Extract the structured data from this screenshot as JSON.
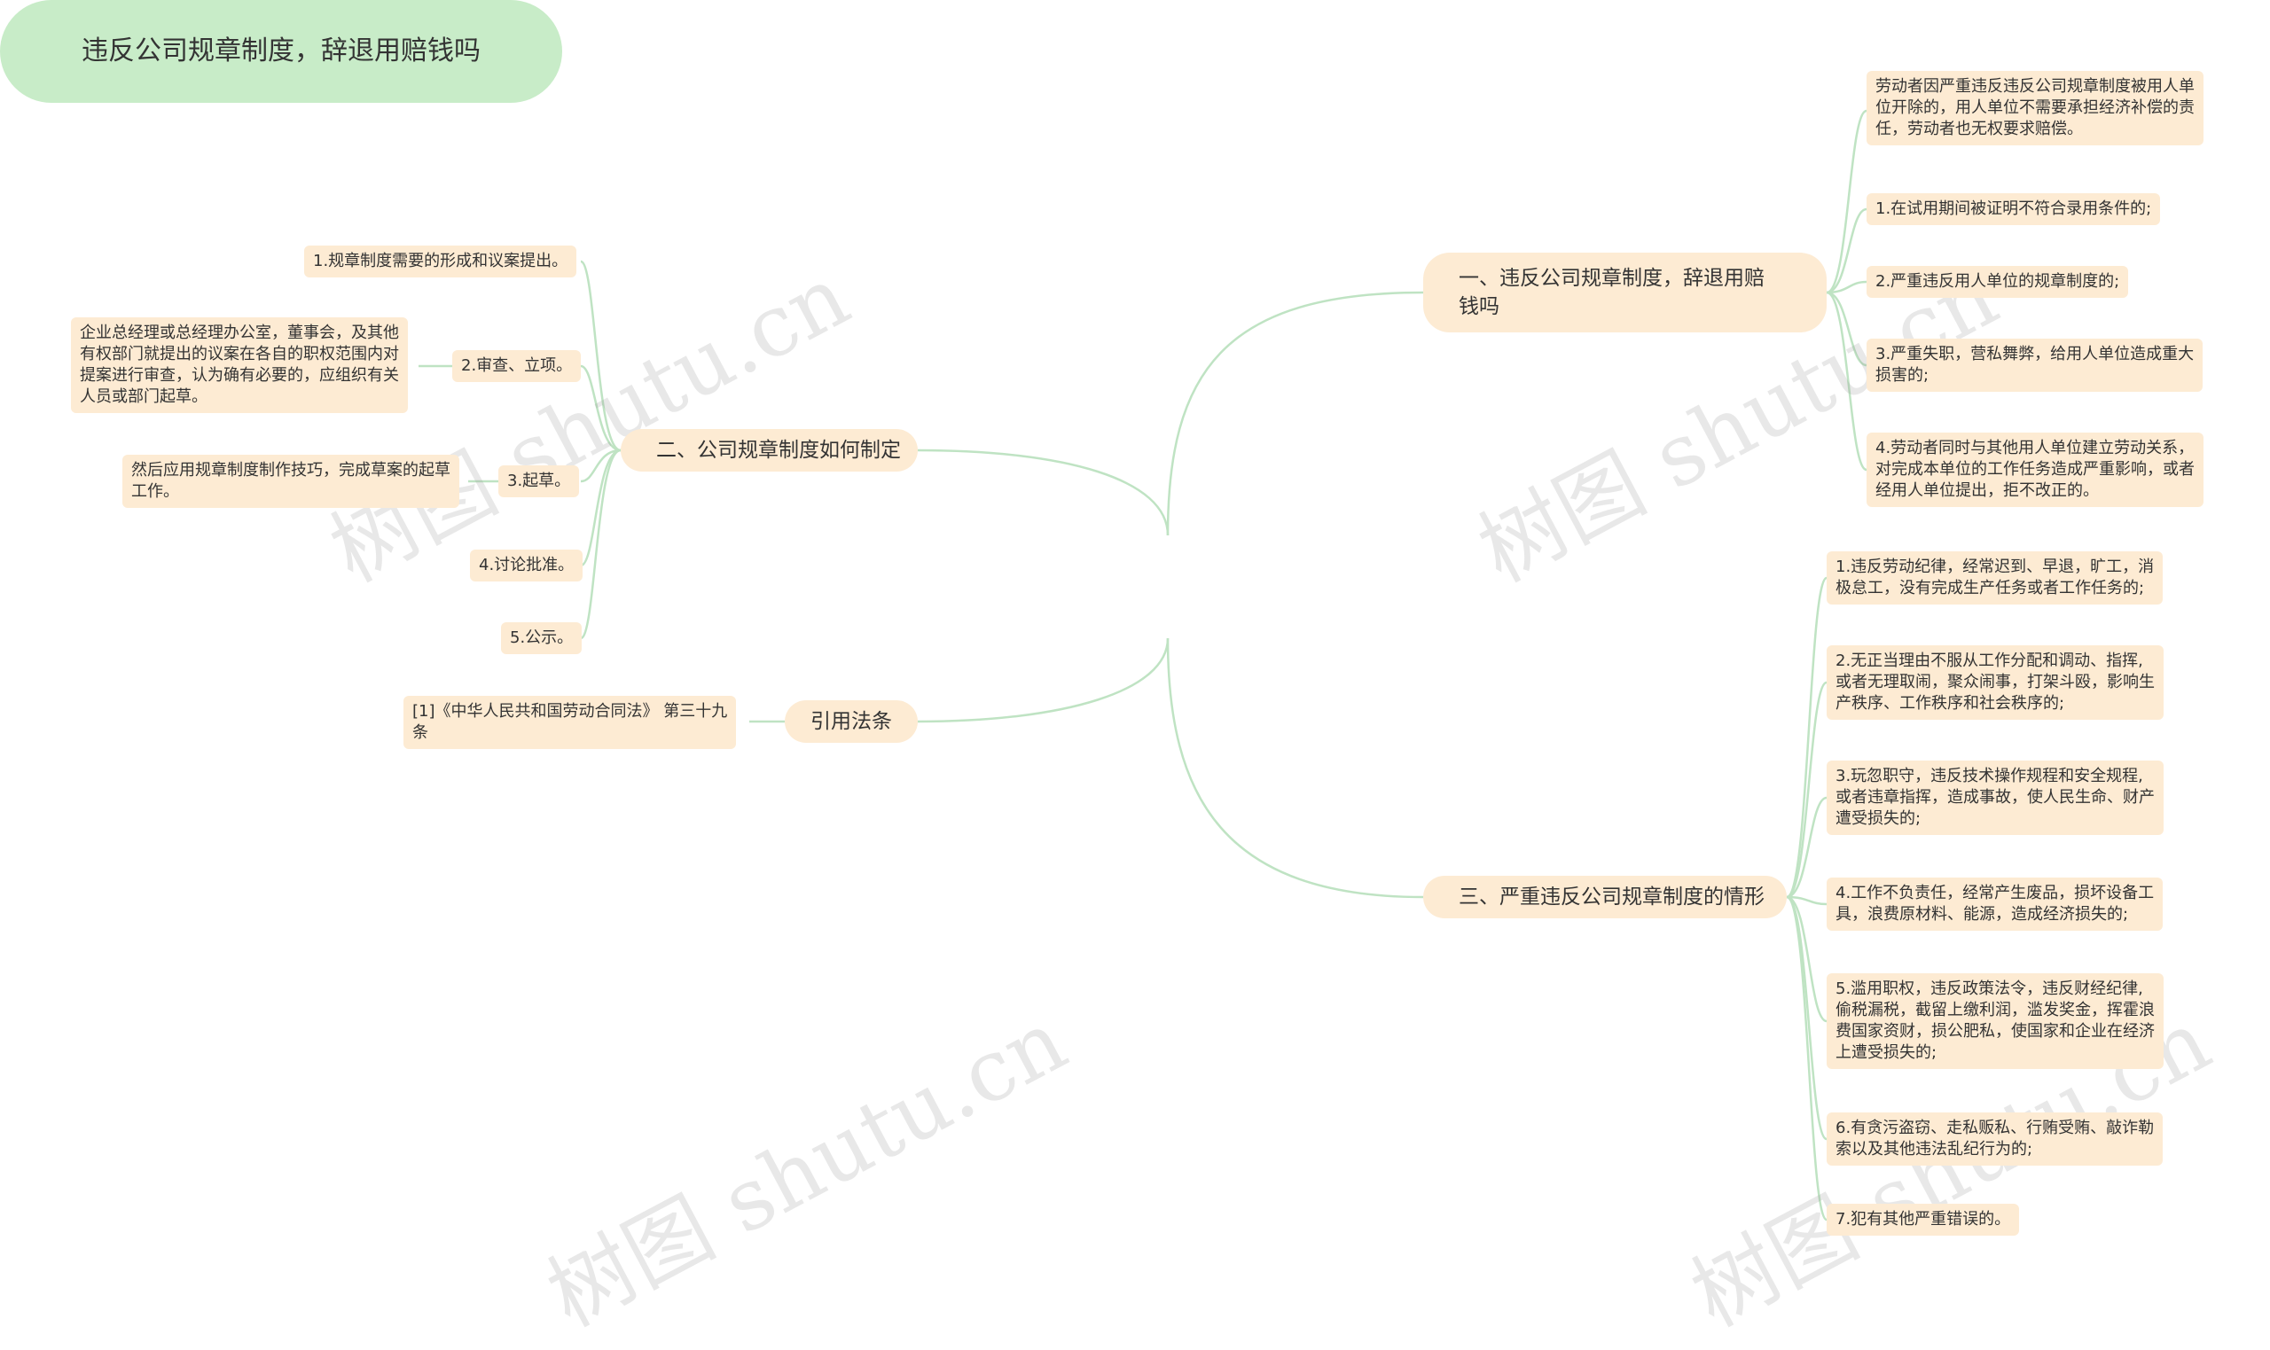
{
  "root": {
    "text": "违反公司规章制度，辞退用赔钱吗"
  },
  "branches": [
    {
      "title": [
        "一、违反公司规章制度，辞退用赔",
        "钱吗"
      ],
      "items": [
        [
          "劳动者因严重违反违反公司规章制度被用人单",
          "位开除的，用人单位不需要承担经济补偿的责",
          "任，劳动者也无权要求赔偿。"
        ],
        [
          "1.在试用期间被证明不符合录用条件的;"
        ],
        [
          "2.严重违反用人单位的规章制度的;"
        ],
        [
          "3.严重失职，营私舞弊，给用人单位造成重大",
          "损害的;"
        ],
        [
          "4.劳动者同时与其他用人单位建立劳动关系，",
          "对完成本单位的工作任务造成严重影响，或者",
          "经用人单位提出，拒不改正的。"
        ]
      ]
    },
    {
      "title": [
        "三、严重违反公司规章制度的情形"
      ],
      "items": [
        [
          "1.违反劳动纪律，经常迟到、早退，旷工，消",
          "极怠工，没有完成生产任务或者工作任务的;"
        ],
        [
          "2.无正当理由不服从工作分配和调动、指挥,",
          "或者无理取闹，聚众闹事，打架斗殴，影响生",
          "产秩序、工作秩序和社会秩序的;"
        ],
        [
          "3.玩忽职守，违反技术操作规程和安全规程,",
          "或者违章指挥，造成事故，使人民生命、财产",
          "遭受损失的;"
        ],
        [
          "4.工作不负责任，经常产生废品，损坏设备工",
          "具，浪费原材料、能源，造成经济损失的;"
        ],
        [
          "5.滥用职权，违反政策法令，违反财经纪律,",
          "偷税漏税，截留上缴利润，滥发奖金，挥霍浪",
          "费国家资财，损公肥私，使国家和企业在经济",
          "上遭受损失的;"
        ],
        [
          "6.有贪污盗窃、走私贩私、行贿受贿、敲诈勒",
          "索以及其他违法乱纪行为的;"
        ],
        [
          "7.犯有其他严重错误的。"
        ]
      ]
    },
    {
      "title": [
        "二、公司规章制度如何制定"
      ],
      "items": [
        [
          "1.规章制度需要的形成和议案提出。"
        ],
        [
          "2.审查、立项。"
        ],
        [
          "3.起草。"
        ],
        [
          "4.讨论批准。"
        ],
        [
          "5.公示。"
        ]
      ],
      "sub_items": {
        "review": [
          "企业总经理或总经理办公室，董事会，及其他",
          "有权部门就提出的议案在各自的职权范围内对",
          "提案进行审查，认为确有必要的，应组织有关",
          "人员或部门起草。"
        ],
        "draft": [
          "然后应用规章制度制作技巧，完成草案的起草",
          "工作。"
        ]
      }
    },
    {
      "title": [
        "引用法条"
      ],
      "items": [
        [
          "[1]《中华人民共和国劳动合同法》 第三十九",
          "条"
        ]
      ]
    }
  ],
  "watermark": "树图 shutu.cn",
  "colors": {
    "root_bg": "#c8ecc8",
    "node_bg": "#fdebd3",
    "line": "#bfe3c3",
    "text": "#333333"
  }
}
